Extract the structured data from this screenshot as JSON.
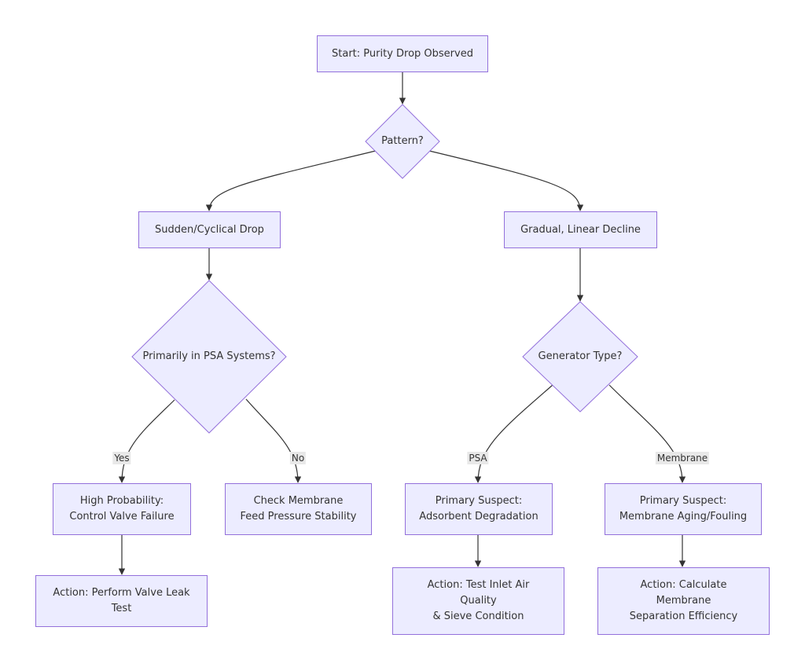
{
  "nodes": {
    "start": "Start: Purity Drop Observed",
    "pattern": "Pattern?",
    "sudden": "Sudden/Cyclical Drop",
    "gradual": "Gradual, Linear Decline",
    "psa_q": "Primarily in PSA Systems?",
    "gen_type": "Generator Type?",
    "high_prob": [
      "High Probability:",
      "Control Valve Failure"
    ],
    "check_membrane": [
      "Check Membrane",
      "Feed Pressure Stability"
    ],
    "suspect_adsorbent": [
      "Primary Suspect:",
      "Adsorbent Degradation"
    ],
    "suspect_membrane": [
      "Primary Suspect:",
      "Membrane Aging/Fouling"
    ],
    "action_valve": [
      "Action: Perform Valve Leak",
      "Test"
    ],
    "action_air": [
      "Action: Test Inlet Air",
      "Quality",
      "& Sieve Condition"
    ],
    "action_membrane": [
      "Action: Calculate",
      "Membrane",
      "Separation Efficiency"
    ]
  },
  "edge_labels": {
    "yes": "Yes",
    "no": "No",
    "psa": "PSA",
    "membrane": "Membrane"
  },
  "colors": {
    "node_fill": "#ececff",
    "node_stroke": "#9370db",
    "edge": "#333333",
    "label_bg": "#e8e8e8"
  }
}
